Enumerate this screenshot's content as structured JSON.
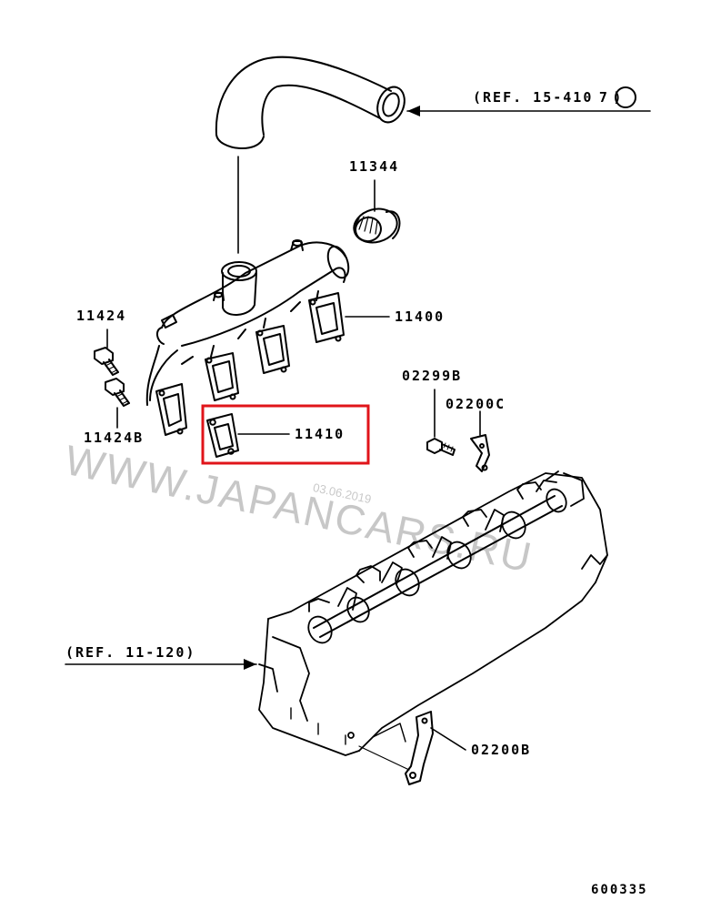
{
  "labels": {
    "ref_top": "(REF. 15-410",
    "ref_top_circle": "7",
    "ref_top_close": ")",
    "ref_left": "(REF. 11-120)",
    "p11344": "11344",
    "p11400": "11400",
    "p11424": "11424",
    "p11424b": "11424B",
    "p11410": "11410",
    "p02299b": "02299B",
    "p02200c": "02200C",
    "p02200b": "02200B",
    "diagram_no": "600335"
  },
  "watermark": {
    "text": "WWW.JAPANCARS.RU",
    "date": "03.06.2019"
  },
  "highlight": {
    "target": "11410",
    "color": "#e0141a"
  },
  "colors": {
    "line": "#000000",
    "highlight": "#e0141a"
  }
}
